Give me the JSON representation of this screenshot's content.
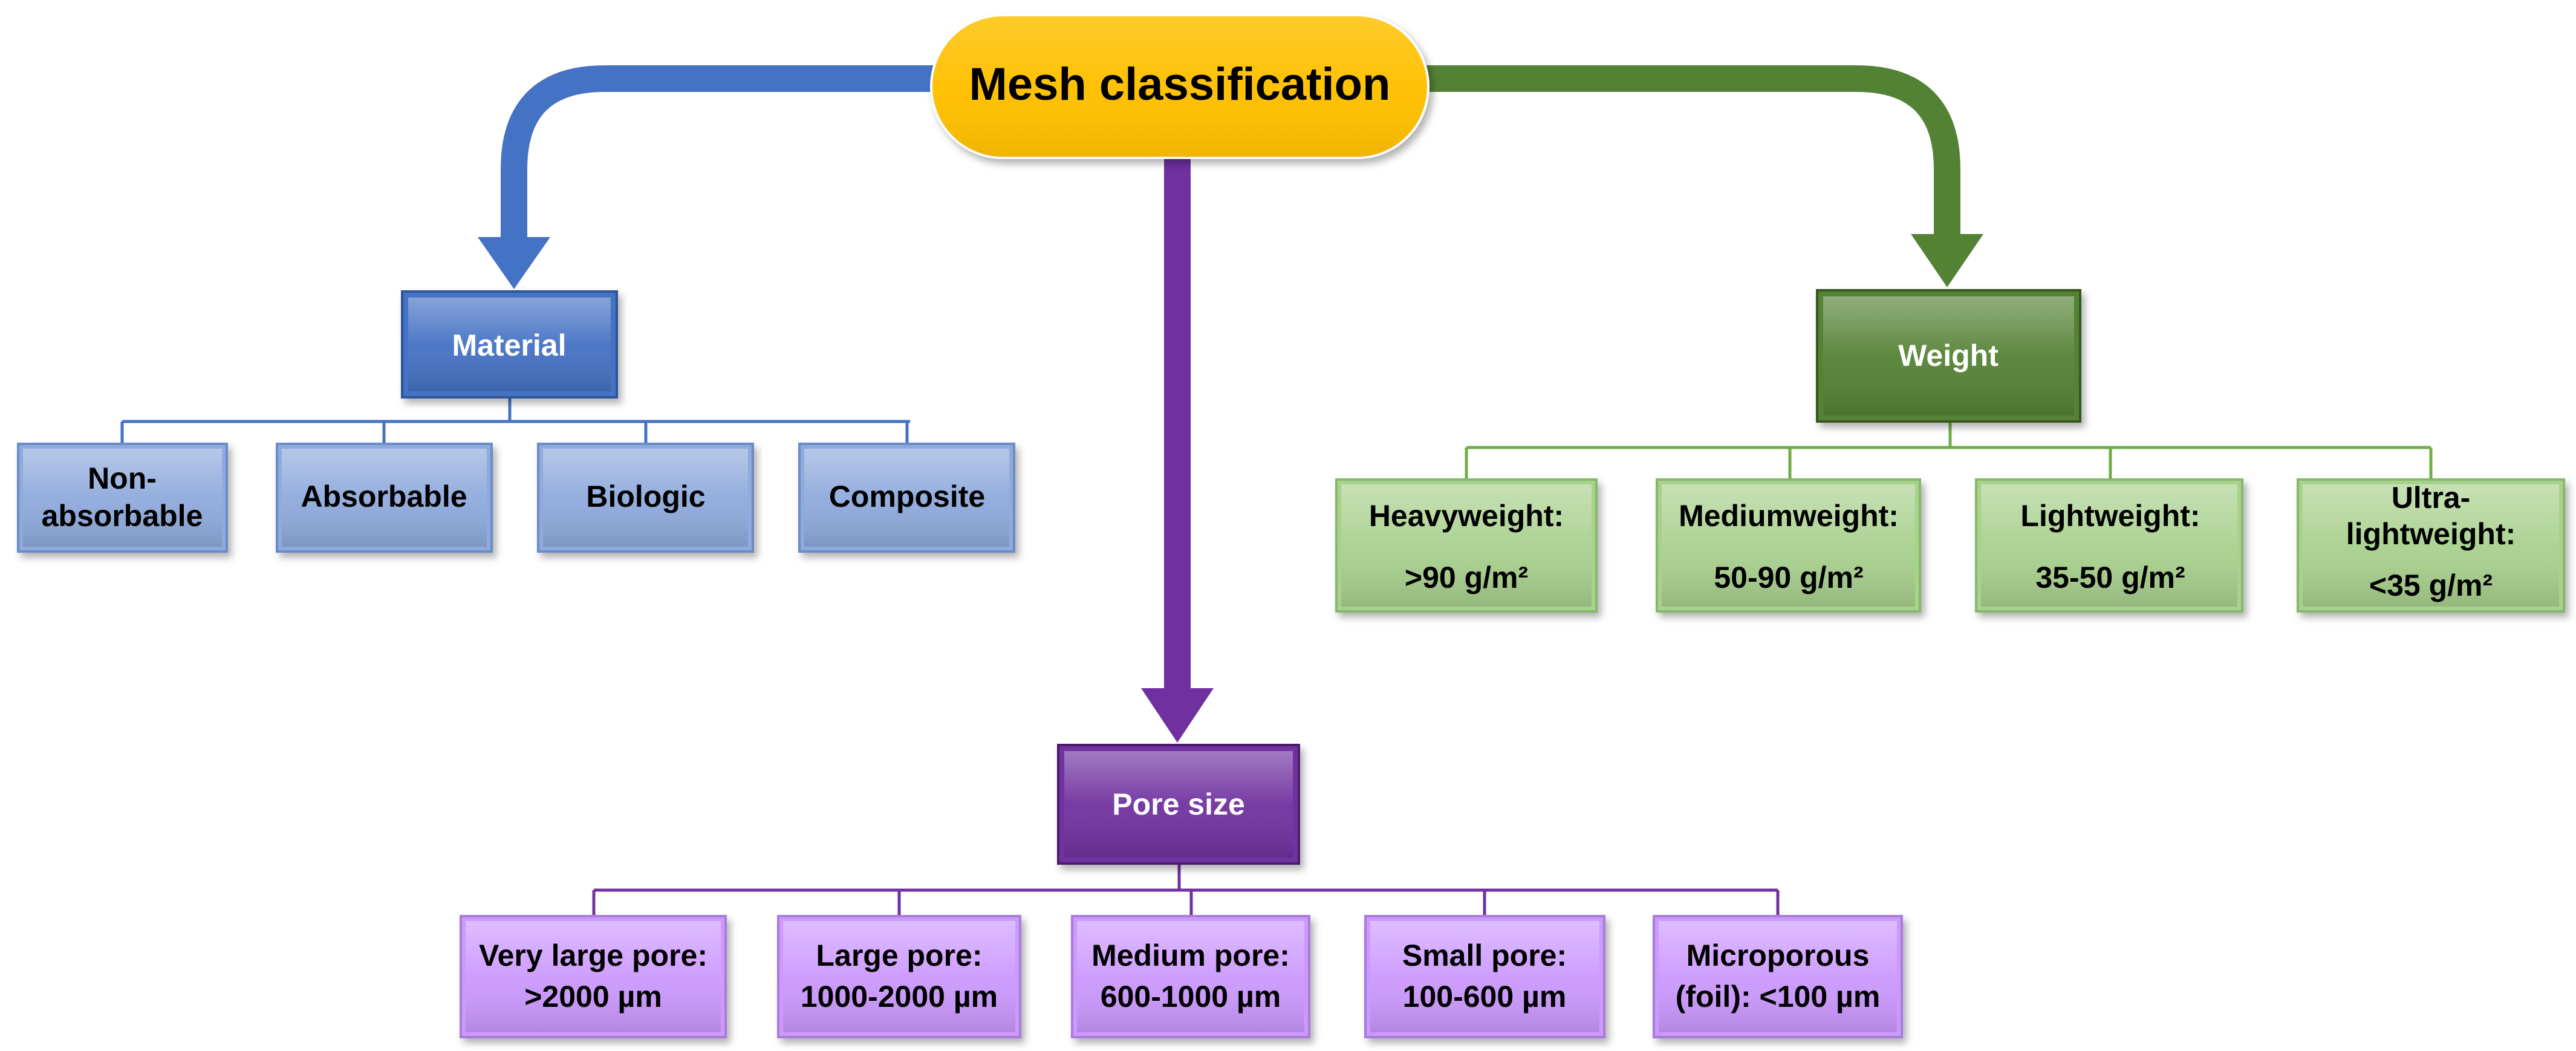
{
  "root": {
    "label": "Mesh classification",
    "color": "#FFC000"
  },
  "branches": {
    "material": {
      "label": "Material",
      "color": "#4472C4",
      "child_color": "#8FAADC",
      "children": [
        [
          "Non-",
          "absorbable"
        ],
        [
          "Absorbable"
        ],
        [
          "Biologic"
        ],
        [
          "Composite"
        ]
      ]
    },
    "pore": {
      "label": "Pore size",
      "color": "#7030A0",
      "child_color": "#CC99FF",
      "children": [
        [
          "Very large pore:",
          ">2000 µm"
        ],
        [
          "Large pore:",
          "1000-2000 µm"
        ],
        [
          "Medium pore:",
          "600-1000 µm"
        ],
        [
          "Small pore:",
          "100-600 µm"
        ],
        [
          "Microporous",
          "(foil): <100 µm"
        ]
      ]
    },
    "weight": {
      "label": "Weight",
      "color": "#548235",
      "child_color": "#A9D18E",
      "children": [
        [
          "Heavyweight:",
          ">90 g/m²"
        ],
        [
          "Mediumweight:",
          "50-90 g/m²"
        ],
        [
          "Lightweight:",
          "35-50 g/m²"
        ],
        [
          "Ultra-",
          "lightweight:",
          "<35 g/m²"
        ]
      ]
    }
  }
}
